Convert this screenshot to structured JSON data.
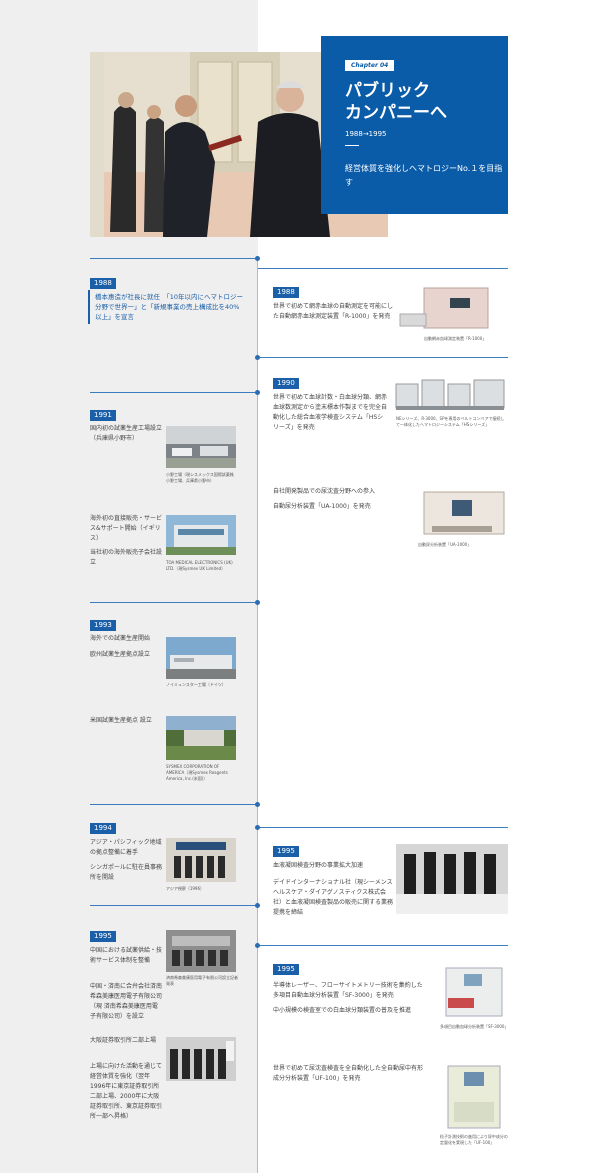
{
  "chapter": {
    "tag": "Chapter 04",
    "title": "パブリック\nカンパニーへ",
    "years": "1988→1995",
    "subtitle": "経営体質を強化しヘマトロジーNo.１を目指す"
  },
  "left": [
    {
      "year": "1988",
      "text": "橋本惠造が社長に就任　「10年以内にヘマトロジー分野で世界一」と「新規事業の売上構成比を40%以上」を宣言"
    },
    {
      "year": "1991",
      "text": "国内初の試薬生産工場設立（兵庫県小野市）",
      "caption": "小野工場（現シスメックス国際試薬株　小野工場、兵庫県小野市）"
    },
    {
      "text": "海外初の直接販売・サービス&サポート開始（イギリス）",
      "text2": "当社初の海外販売子会社設立",
      "caption": "TOA MEDICAL ELECTRONICS (UK) LTD.（現Sysmex UK Limited）"
    },
    {
      "year": "1993",
      "text": "海外での試薬生産開始",
      "text2": "欧州試薬生産拠点設立",
      "caption": "ノイミュンスター工場（ドイツ）"
    },
    {
      "text": "米国試薬生産拠点 設立",
      "caption": "SYSMEX CORPORATION OF AMERICA（現Sysmex Reagents America, Inc.(米国)）"
    },
    {
      "year": "1994",
      "text": "アジア・パシフィック地域の拠点整備に着手",
      "text2": "シンガポールに駐在員事務所を開設",
      "caption": "アジア視察（1996）"
    },
    {
      "year": "1995",
      "text": "中国における試薬供給・技術サービス体制を整備",
      "text2": "中国・済南に合弁会社済南希森美康医用電子有限公司（現 済南希森美康医用電子有限公司）を設立",
      "caption": "済南希森美康医用電子有限公司設立記者発表"
    },
    {
      "text": "大阪証券取引所二部上場",
      "text2": "上場に向けた活動を通じて経営体質を強化（翌年1996年に東京証券取引所二部上場、2000年に大阪証券取引所、東京証券取引所一部へ昇格）"
    }
  ],
  "right": [
    {
      "year": "1988",
      "text": "世界で初めて網赤血球の自動測定を可能にした自動網赤血球測定装置「R-1000」を発売",
      "caption": "自動網赤血球測定装置「R-1000」"
    },
    {
      "year": "1990",
      "text": "世界で初めて血球計数・白血球分類、網赤血球数測定から塗末標本作製までを完全自動化した総合血液学検査システム「HSシリーズ」を発売",
      "caption": "NEシリーズ、R-3000、SPを専用のベルトコンベアで接続して一体化したヘマトロジーシステム「HSシリーズ」"
    },
    {
      "text": "自社開発製品での尿沈査分野への参入",
      "text2": "自動尿分析装置「UA-1000」を発売",
      "caption": "自動尿分析装置「UA-1000」"
    },
    {
      "year": "1995",
      "text": "血液凝固検査分野の事業拡大加速",
      "text2": "デイドインターナショナル社（現シーメンスヘルスケア・ダイアグノスティクス株式会社）と血液凝固検査製品の販売に関する業務提携を締結"
    },
    {
      "year": "1995",
      "text": "半導体レーザー、フローサイトメトリー技術を集約した多項目自動血球分析装置「SF-3000」を発売",
      "text2": "中小規模の検査室での白血球分類装置の普及を推進",
      "caption": "多項目自動血球分析装置「SF-3000」"
    },
    {
      "text": "世界で初めて尿沈査検査を全自動化した全自動尿中有形成分分析装置「UF-100」を発売",
      "caption": "粒子計測技術の進用により尿中成分の定量化を実現した「UF-100」"
    }
  ],
  "colors": {
    "accent": "#0b5ca8",
    "year_badge": "#1a5fa8",
    "left_bg": "#efefef"
  }
}
